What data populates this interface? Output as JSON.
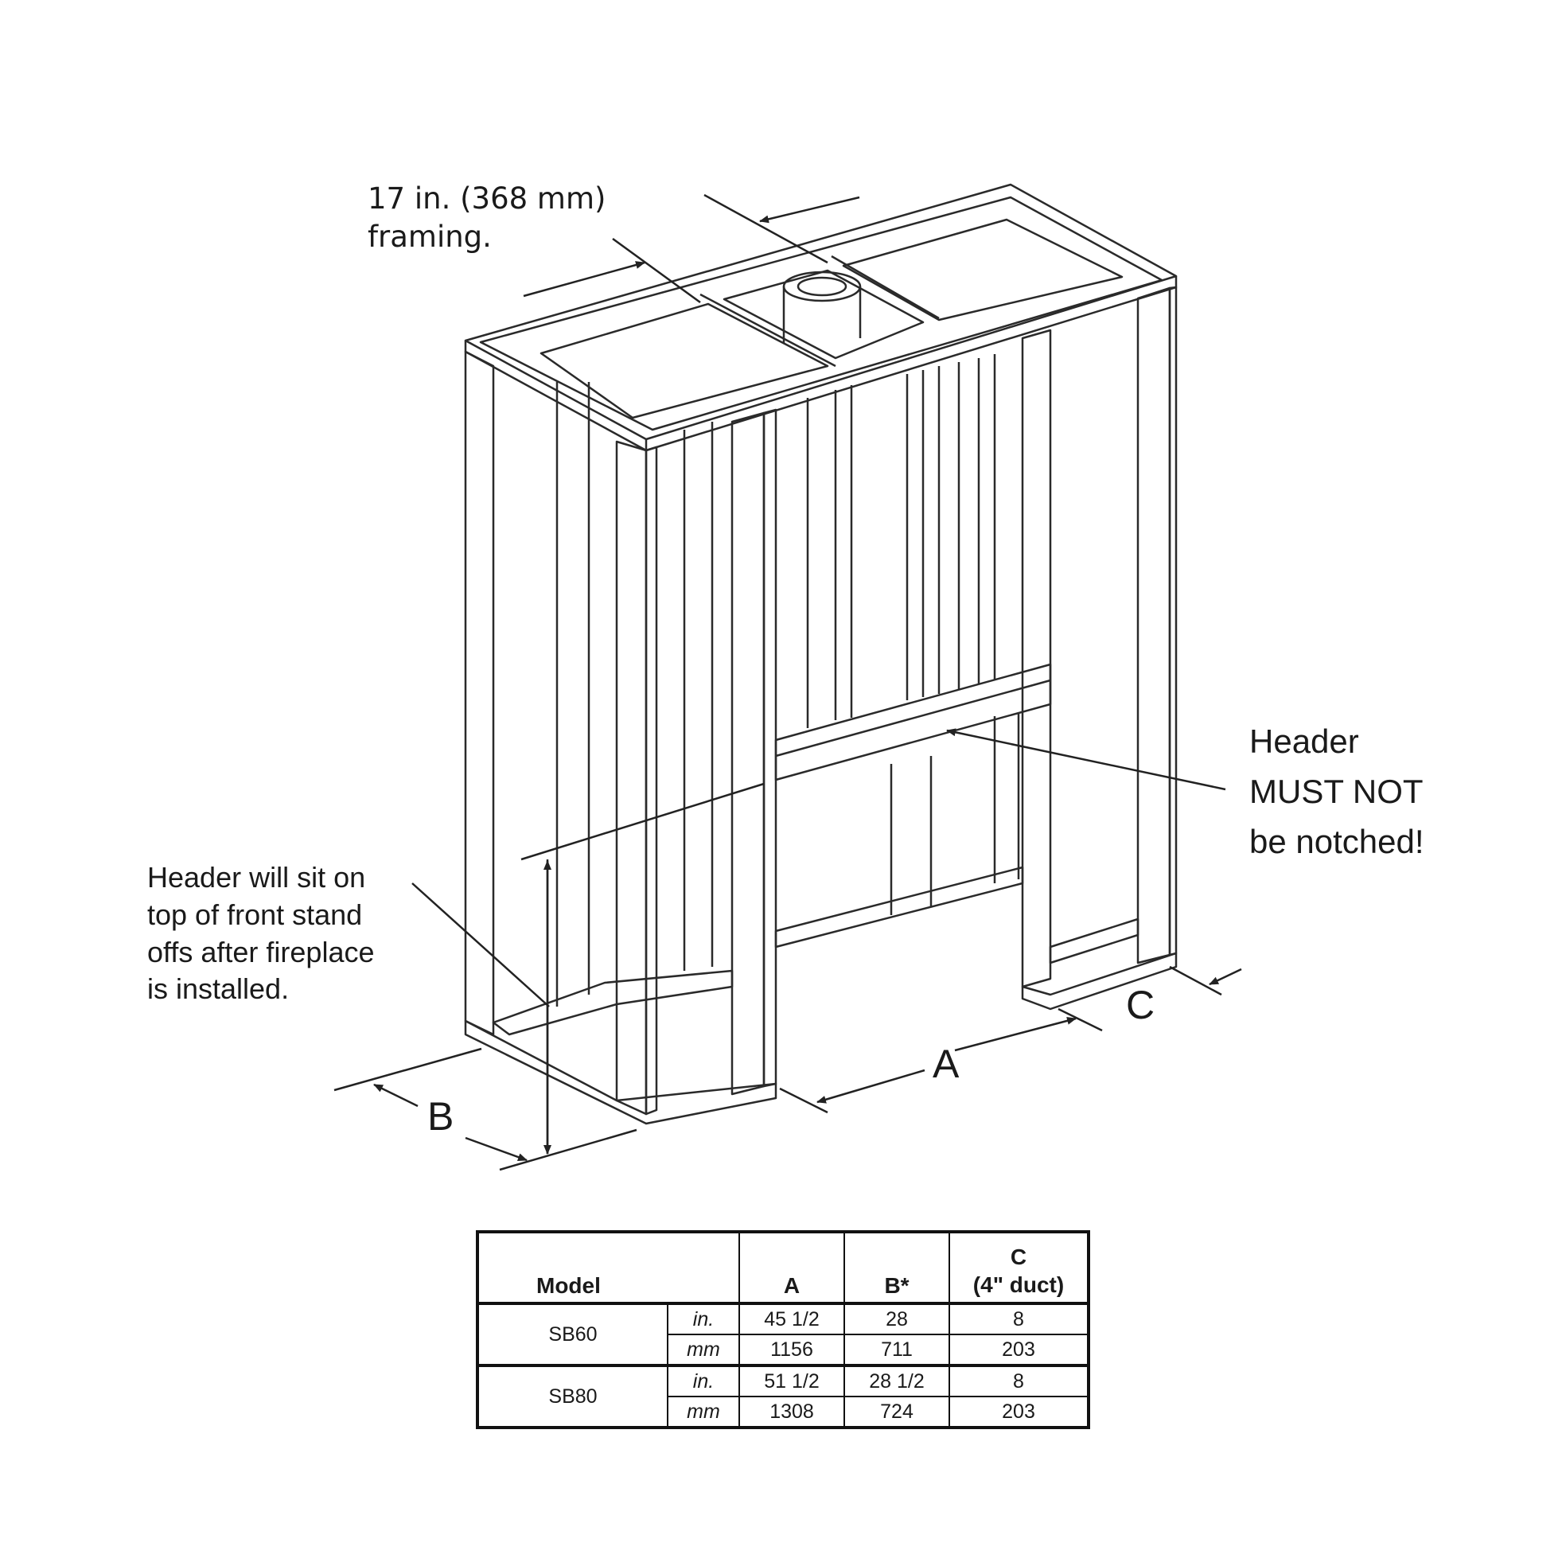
{
  "labels": {
    "framing_width": "17 in. (368 mm)\nframing.",
    "header_warning": "Header\nMUST NOT\nbe notched!",
    "header_note": "Header will sit on\ntop of front stand\noffs after fireplace\nis installed."
  },
  "dimensions": {
    "a": "A",
    "b": "B",
    "c": "C"
  },
  "table": {
    "headers": {
      "model": "Model",
      "a": "A",
      "b": "B*",
      "c_line1": "C",
      "c_line2": "(4\" duct)"
    },
    "rows": [
      {
        "model": "SB60",
        "units": [
          {
            "unit": "in.",
            "a": "45 1/2",
            "b": "28",
            "c": "8"
          },
          {
            "unit": "mm",
            "a": "1156",
            "b": "711",
            "c": "203"
          }
        ]
      },
      {
        "model": "SB80",
        "units": [
          {
            "unit": "in.",
            "a": "51 1/2",
            "b": "28 1/2",
            "c": "8"
          },
          {
            "unit": "mm",
            "a": "1308",
            "b": "724",
            "c": "203"
          }
        ]
      }
    ]
  }
}
